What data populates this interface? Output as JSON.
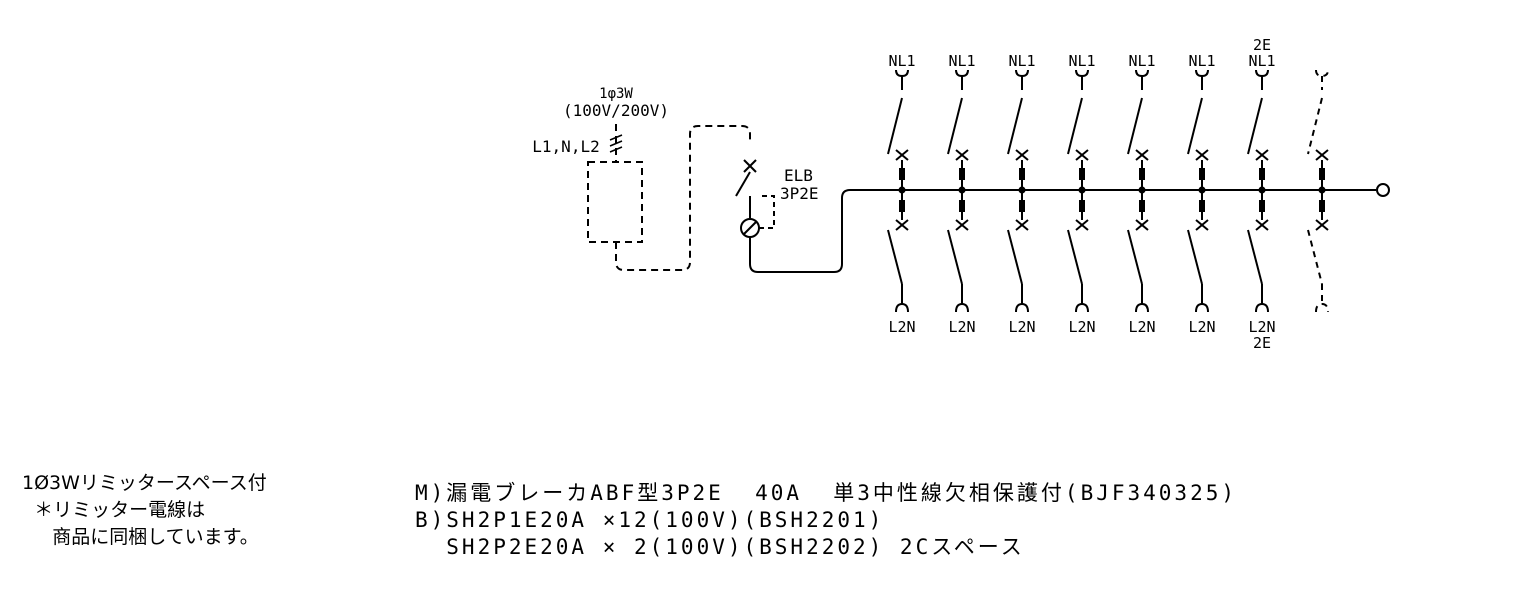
{
  "supply": {
    "phase_label": "1φ3W",
    "voltage_label": "(100V/200V)",
    "lines_label": "L1,N,L2"
  },
  "main_breaker": {
    "label": "ELB",
    "poles": "3P2E"
  },
  "branches": [
    {
      "top": [
        "NL1"
      ],
      "bottom": [
        "L2N"
      ],
      "spare": false
    },
    {
      "top": [
        "NL1"
      ],
      "bottom": [
        "L2N"
      ],
      "spare": false
    },
    {
      "top": [
        "NL1"
      ],
      "bottom": [
        "L2N"
      ],
      "spare": false
    },
    {
      "top": [
        "NL1"
      ],
      "bottom": [
        "L2N"
      ],
      "spare": false
    },
    {
      "top": [
        "NL1"
      ],
      "bottom": [
        "L2N"
      ],
      "spare": false
    },
    {
      "top": [
        "NL1"
      ],
      "bottom": [
        "L2N"
      ],
      "spare": false
    },
    {
      "top": [
        "2E",
        "NL1"
      ],
      "bottom": [
        "L2N",
        "2E"
      ],
      "spare": false
    },
    {
      "top": [],
      "bottom": [],
      "spare": true
    }
  ],
  "notes": [
    "1Ø3Wリミッタースペース付",
    "  ＊リミッター電線は",
    "     商品に同梱しています。"
  ],
  "spec": [
    "M)漏電ブレーカABF型3P2E  40A  単3中性線欠相保護付(BJF340325)",
    "B)SH2P1E20A ×12(100V)(BSH2201)",
    "  SH2P2E20A × 2(100V)(BSH2202) 2Cスペース"
  ]
}
